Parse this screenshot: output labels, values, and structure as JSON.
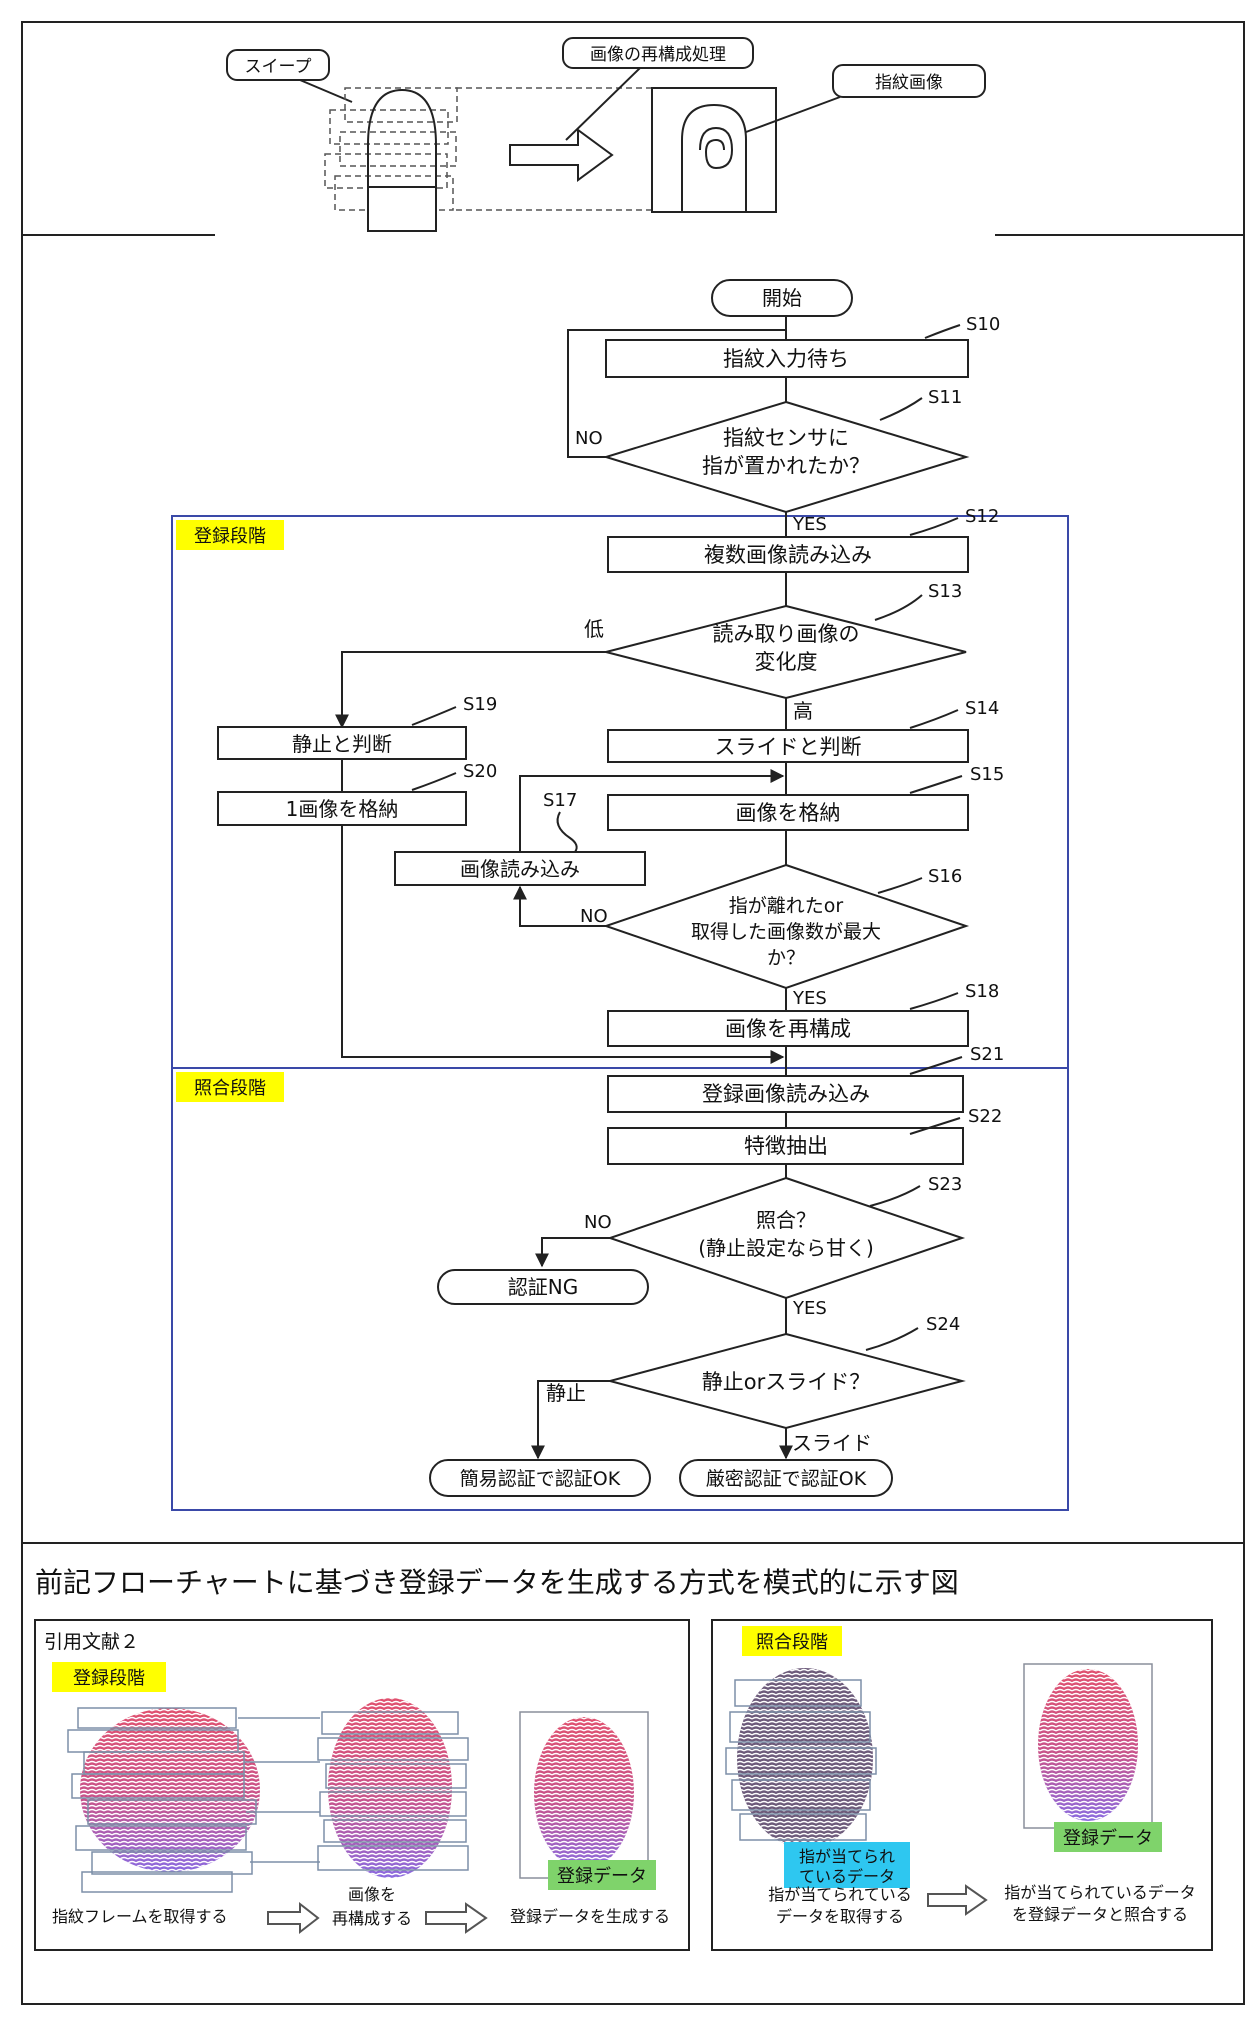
{
  "colors": {
    "highlight_yellow": "#ffff00",
    "highlight_green": "#7fd36b",
    "highlight_cyan": "#2ec7f0",
    "stage_border": "#3a49a8",
    "fp_top": "#e0506e",
    "fp_bottom": "#8a6ae0",
    "fp_dark": "#6c5a7a"
  },
  "top": {
    "label_sweep": "スイープ",
    "label_reconstruct": "画像の再構成処理",
    "label_fingerprint": "指紋画像"
  },
  "flow": {
    "start": "開始",
    "s10": {
      "code": "S10",
      "text": "指紋入力待ち"
    },
    "s11": {
      "code": "S11",
      "line1": "指紋センサに",
      "line2": "指が置かれたか？",
      "no": "NO",
      "yes": "YES"
    },
    "s12": {
      "code": "S12",
      "text": "複数画像読み込み"
    },
    "s13": {
      "code": "S13",
      "line1": "読み取り画像の",
      "line2": "変化度",
      "low": "低",
      "high": "高"
    },
    "s14": {
      "code": "S14",
      "text": "スライドと判断"
    },
    "s15": {
      "code": "S15",
      "text": "画像を格納"
    },
    "s16": {
      "code": "S16",
      "line1": "指が離れたor",
      "line2": "取得した画像数が最大",
      "line3": "か？",
      "no": "NO",
      "yes": "YES"
    },
    "s17": {
      "code": "S17",
      "text": "画像読み込み"
    },
    "s18": {
      "code": "S18",
      "text": "画像を再構成"
    },
    "s19": {
      "code": "S19",
      "text": "静止と判断"
    },
    "s20": {
      "code": "S20",
      "text": "1画像を格納"
    },
    "s21": {
      "code": "S21",
      "text": "登録画像読み込み"
    },
    "s22": {
      "code": "S22",
      "text": "特徴抽出"
    },
    "s23": {
      "code": "S23",
      "line1": "照合？",
      "line2": "(静止設定なら甘く)",
      "no": "NO",
      "yes": "YES"
    },
    "ng": "認証NG",
    "s24": {
      "code": "S24",
      "text": "静止orスライド？",
      "still": "静止",
      "slide": "スライド"
    },
    "ok_simple": "簡易認証で認証OK",
    "ok_strict": "厳密認証で認証OK"
  },
  "stages": {
    "registration": "登録段階",
    "matching": "照合段階"
  },
  "bottom": {
    "title": "前記フローチャートに基づき登録データを生成する方式を模式的に示す図",
    "left_panel": {
      "citation": "引用文献２",
      "stage": "登録段階",
      "result_badge": "登録データ",
      "step1": "指紋フレームを取得する",
      "step2_line1": "画像を",
      "step2_line2": "再構成する",
      "step3": "登録データを生成する"
    },
    "right_panel": {
      "stage": "照合段階",
      "touch_badge_line1": "指が当てられ",
      "touch_badge_line2": "ているデータ",
      "result_badge": "登録データ",
      "step1_line1": "指が当てられている",
      "step1_line2": "データを取得する",
      "step2_line1": "指が当てられているデータ",
      "step2_line2": "を登録データと照合する"
    }
  }
}
